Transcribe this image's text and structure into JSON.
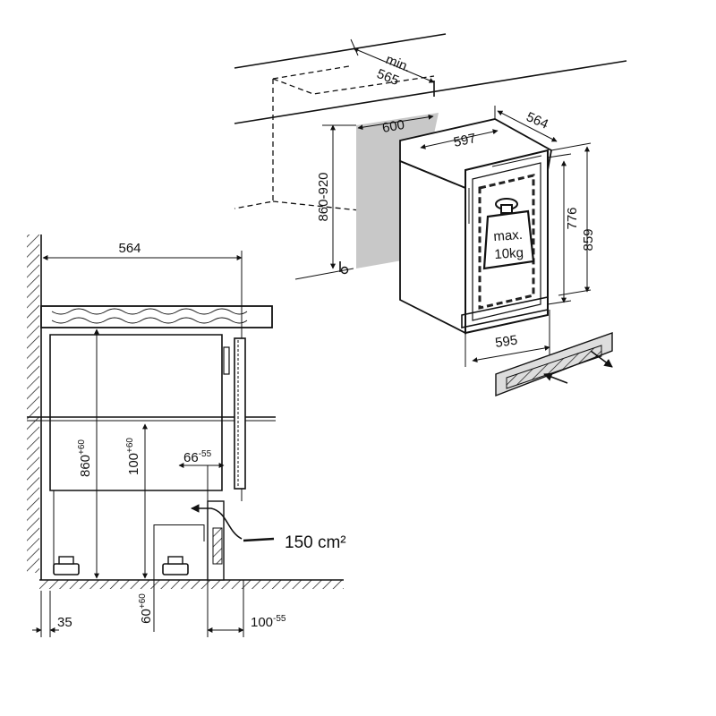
{
  "perspective": {
    "niche_width": "600",
    "niche_depth_min_label": "min.",
    "niche_depth_min_value": "565",
    "niche_height": "860-920",
    "appliance_width": "597",
    "appliance_depth": "564",
    "door_height": "776",
    "appliance_height": "859",
    "plinth_width": "595",
    "load_label_line1": "max.",
    "load_label_line2": "10kg"
  },
  "section": {
    "depth": "564",
    "niche_height": "860",
    "niche_height_tol": "+60",
    "plinth_height": "100",
    "plinth_height_tol": "+60",
    "door_offset": "66",
    "door_offset_tol": "-55",
    "vent_area": "150 cm²",
    "foot_height": "60",
    "foot_height_tol": "+60",
    "wall_gap": "35",
    "plinth_depth": "100",
    "plinth_depth_tol": "-55"
  }
}
